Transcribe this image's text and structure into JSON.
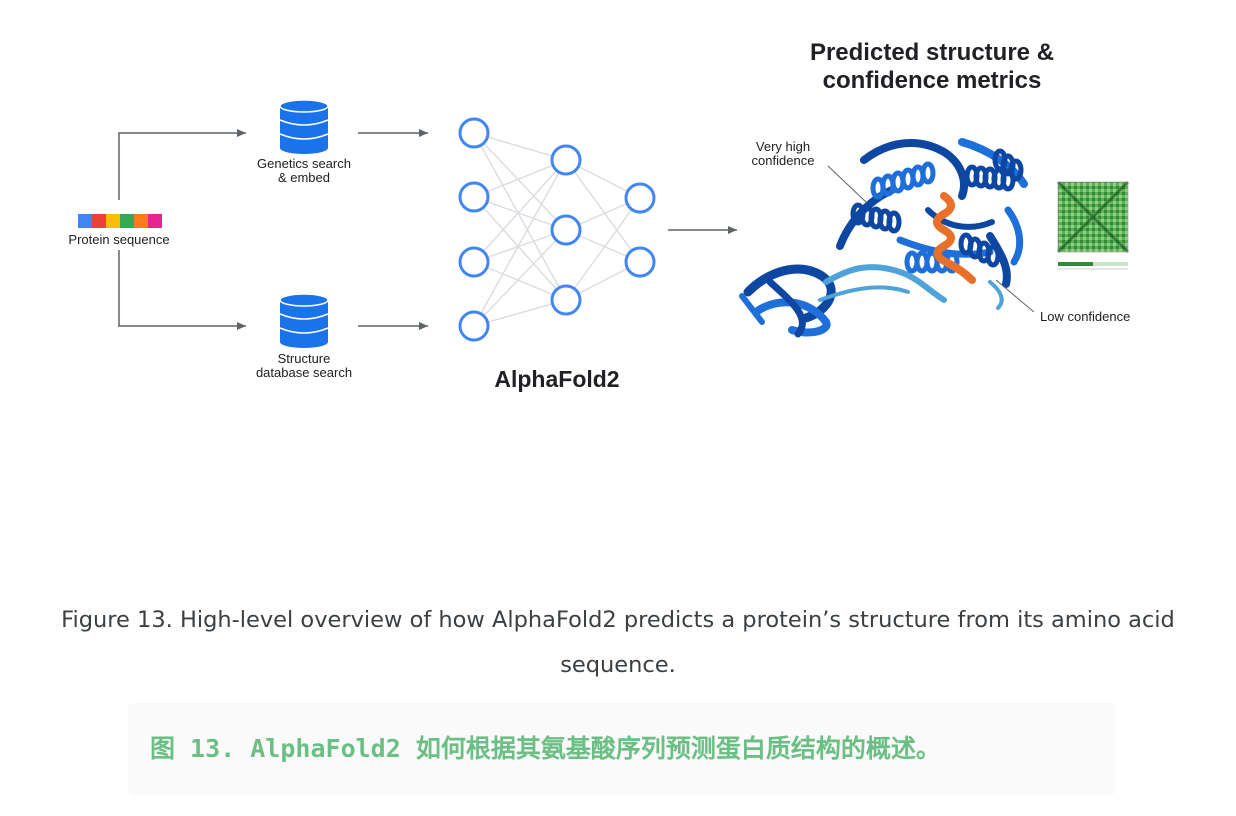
{
  "figure": {
    "title_line1": "Predicted structure &",
    "title_line2": "confidence metrics",
    "input_label": "Protein sequence",
    "genetics_label_line1": "Genetics search",
    "genetics_label_line2": "& embed",
    "structure_label_line1": "Structure",
    "structure_label_line2": "database search",
    "model_label": "AlphaFold2",
    "very_high_line1": "Very high",
    "very_high_line2": "confidence",
    "low_confidence": "Low confidence",
    "sequence_colors": [
      "#4285f4",
      "#ea4335",
      "#fbbc04",
      "#34a853",
      "#fa7b17",
      "#e52592"
    ],
    "colors": {
      "database": "#1a73e8",
      "node": "#4285f4",
      "arrow": "#5f6368",
      "edge": "#dadce0",
      "protein_dark": "#0d47a1",
      "protein_mid": "#1e6fd9",
      "protein_light": "#4fa3d9",
      "low_conf": "#e8702a",
      "matrix": "#2e8b3a"
    }
  },
  "caption": {
    "english": "Figure 13. High-level overview of how AlphaFold2 predicts a protein’s structure from its amino acid sequence.",
    "chinese": "图 13. AlphaFold2 如何根据其氨基酸序列预测蛋白质结构的概述。"
  }
}
